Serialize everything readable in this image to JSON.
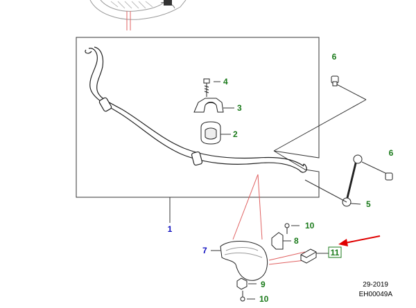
{
  "callouts": {
    "c1": "1",
    "c2": "2",
    "c3": "3",
    "c4": "4",
    "c5": "5",
    "c6a": "6",
    "c6b": "6",
    "c7": "7",
    "c8": "8",
    "c9": "9",
    "c10a": "10",
    "c10b": "10",
    "c11": "11"
  },
  "footer": {
    "date": "29-2019",
    "code": "EH00049A"
  },
  "colors": {
    "part_label": "#1a7a1a",
    "assembly_label": "#1010c0",
    "leader_red": "#e06060",
    "highlight_arrow": "#e00000"
  }
}
